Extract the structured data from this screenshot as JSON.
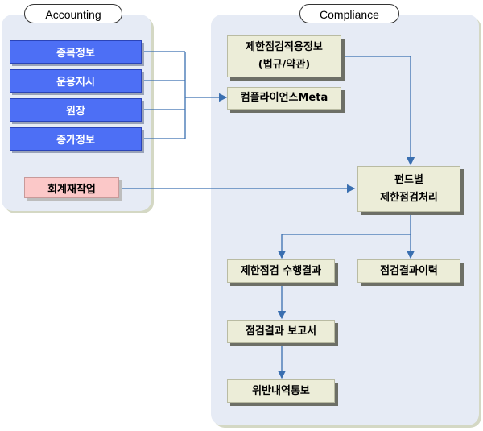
{
  "accounting": {
    "title": "Accounting",
    "items": [
      "종목정보",
      "운용지시",
      "원장",
      "종가정보"
    ],
    "special_item": "회계재작업"
  },
  "compliance": {
    "title": "Compliance",
    "rule_info_line1": "제한점검적용정보",
    "rule_info_line2": "(법규/약관)",
    "meta": "컴플라이언스Meta",
    "fund_check_line1": "펀드별",
    "fund_check_line2": "제한점검처리",
    "check_result": "제한점검 수행결과",
    "check_history": "점검결과이력",
    "report": "점검결과 보고서",
    "violation": "위반내역통보"
  },
  "colors": {
    "panel_bg": "#e6ebf5",
    "blue_box": "#4d6ff5",
    "pink_box": "#fbc8c8",
    "beige_box": "#ecedd8",
    "arrow": "#3a6fb0"
  }
}
